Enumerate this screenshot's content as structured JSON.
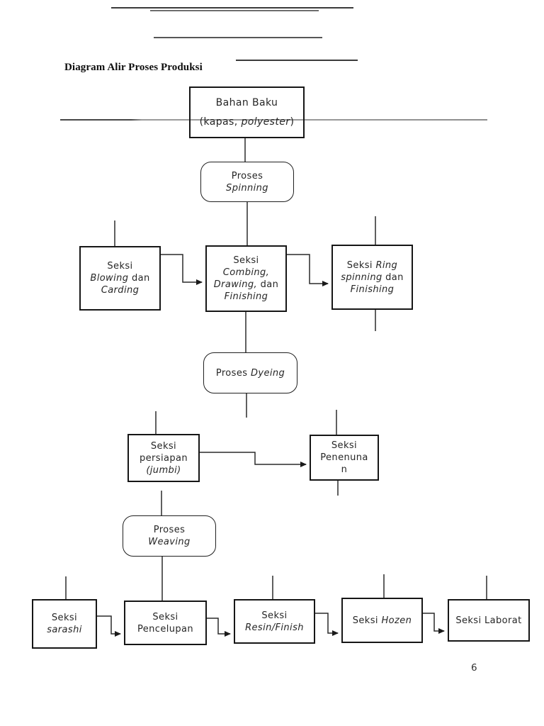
{
  "title": "Diagram Alir Proses Produksi",
  "page": {
    "number": "6"
  },
  "colors": {
    "ink": "#1a1a1a",
    "box_border": "#161616",
    "rule_gray": "#9a9a9a",
    "background": "#ffffff"
  },
  "diagram": {
    "nodes": {
      "bahan_baku": {
        "l1": "Bahan Baku",
        "l2a": "(kapas, ",
        "l2b_italic": "polyester",
        "l2c": ")"
      },
      "proses_spinning": {
        "l1": "Proses",
        "l2_italic": "Spinning"
      },
      "seksi_blowing": {
        "l1": "Seksi",
        "l2a_italic": "Blowing",
        "l2b": " dan",
        "l3_italic": "Carding"
      },
      "seksi_combing": {
        "l1": "Seksi",
        "l2_italic": "Combing,",
        "l3a_italic": "Drawing,",
        "l3b": " dan",
        "l4_italic": "Finishing"
      },
      "seksi_ring": {
        "l1a": "Seksi ",
        "l1b_italic": "Ring",
        "l2a_italic": "spinning",
        "l2b": " dan",
        "l3_italic": "Finishing"
      },
      "proses_dyeing": {
        "l1a": "Proses ",
        "l1b_italic": "Dyeing"
      },
      "seksi_persiapan": {
        "l1": "Seksi",
        "l2": "persiapan",
        "l3_italic": "(jumbi)"
      },
      "seksi_penenunan": {
        "l1": "Seksi",
        "l2": "Penenuna",
        "l3": "n"
      },
      "proses_weaving": {
        "l1": "Proses",
        "l2_italic": "Weaving"
      },
      "seksi_sarashi": {
        "l1": "Seksi",
        "l2_italic": "sarashi"
      },
      "seksi_pencelupan": {
        "l1": "Seksi",
        "l2": "Pencelupan"
      },
      "seksi_resin_finish": {
        "l1": "Seksi",
        "l2_italic": "Resin/Finish"
      },
      "seksi_hozen": {
        "l1a": "Seksi ",
        "l1b_italic": "Hozen"
      },
      "seksi_laborat": {
        "l1": "Seksi Laborat"
      }
    }
  }
}
